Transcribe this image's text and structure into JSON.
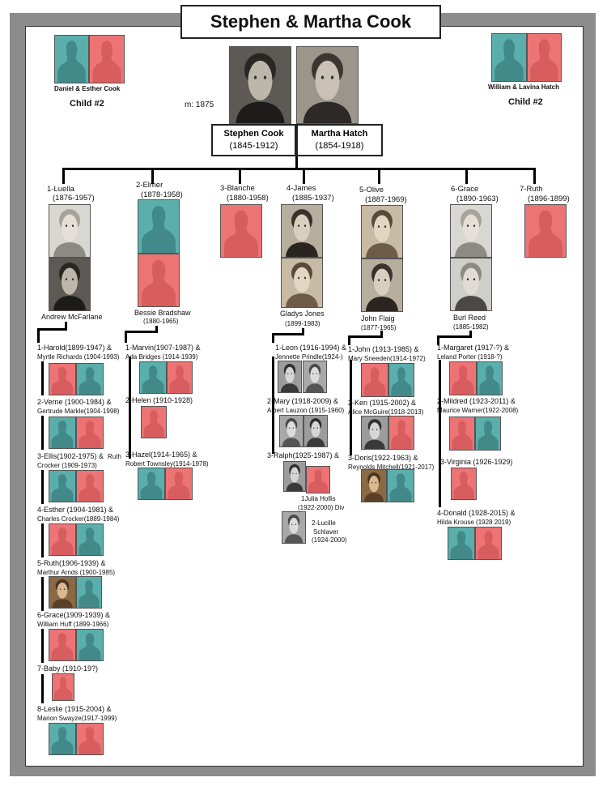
{
  "title": "Stephen & Martha Cook",
  "colors": {
    "male": "#5aaeac",
    "female": "#ec7475",
    "frame": "#8c8c8c"
  },
  "grandparents_left": {
    "names": "Daniel & Esther Cook",
    "child_label": "Child #2"
  },
  "grandparents_right": {
    "names": "William & Lavina Hatch",
    "child_label": "Child #2"
  },
  "marriage": "m: 1875",
  "father": {
    "name": "Stephen Cook",
    "years": "(1845-1912)"
  },
  "mother": {
    "name": "Martha Hatch",
    "years": "(1854-1918)"
  },
  "children": [
    {
      "name": "1-Luella",
      "years": "(1876-1957)",
      "spouse": "Andrew McFarlane"
    },
    {
      "name": "2-Elmer",
      "years": "(1878-1958)",
      "spouse": "Bessie Bradshaw",
      "spouse_years": "(1880-1965)"
    },
    {
      "name": "3-Blanche",
      "years": "(1880-1958)"
    },
    {
      "name": "4-James",
      "years": "(1885-1937)",
      "spouse": "Gladys Jones",
      "spouse_years": "(1899-1983)"
    },
    {
      "name": "5-Olive",
      "years": "(1887-1969)",
      "spouse": "John Flaig",
      "spouse_years": "(1877-1965)"
    },
    {
      "name": "6-Grace",
      "years": "(1890-1963)",
      "spouse": "Burl Reed",
      "spouse_years": "(1885-1982)"
    },
    {
      "name": "7-Ruth",
      "years": "(1896-1899)"
    }
  ],
  "luella_kids": [
    {
      "name": "1-Harold(1899-1947) &",
      "spouse": "Myrtle Richards (1904-1993)"
    },
    {
      "name": "2-Verne (1900-1984) &",
      "spouse": "Gertrude Markle(1904-1998)"
    },
    {
      "name": "3-Ellis(1902-1975) &",
      "name2": "Ruth",
      "spouse": "Crocker (1909-1973)"
    },
    {
      "name": "4-Esther (1904-1981) &",
      "spouse": "Charles Crocker(1889-1984)"
    },
    {
      "name": "5-Ruth(1906-1939) &",
      "spouse": "Marthur Arnds (1900-1985)"
    },
    {
      "name": "6-Grace(1909-1939) &",
      "spouse": "William Huff (1899-1966)"
    },
    {
      "name": "7-Baby (1910-19?)"
    },
    {
      "name": "8-Leslie (1915-2004) &",
      "spouse": "Marion Swayze(1917-1999)"
    }
  ],
  "elmer_kids": [
    {
      "name": "1-Marvin(1907-1987) &",
      "spouse": "Ada Bridges (1914-1939)"
    },
    {
      "name": "2-Helen (1910-1928)"
    },
    {
      "name": "3-Hazel(1914-1965) &",
      "spouse": "Robert Townsley(1914-1978)"
    }
  ],
  "james_kids": [
    {
      "name": "1-Leon (1916-1994) &",
      "spouse": "Jennette Prindle(1924-)"
    },
    {
      "name": "2-Mary (1918-2009) &",
      "spouse": "Albert Lauzon (1915-1960)"
    },
    {
      "name": "3-Ralph(1925-1987) &",
      "spouse1": "1Julia Hollis",
      "spouse1_years": "(1922-2000) Div",
      "spouse2": "2-Lucille",
      "spouse2_b": "Schlaver",
      "spouse2_years": "(1924-2000)"
    }
  ],
  "olive_kids": [
    {
      "name": "1-John (1913-1985) &",
      "spouse": "Mary Sneeden(1914-1972)"
    },
    {
      "name": "2-Ken (1915-2002) &",
      "spouse": "Alice McGuire(1918-2013)"
    },
    {
      "name": "3-Doris(1922-1963) &",
      "spouse": "Reynolds Mitchell(1921-2017)"
    }
  ],
  "grace_kids": [
    {
      "name": "1-Margaret (1917-?) &",
      "spouse": "Leland Porter (1918-?)"
    },
    {
      "name": "2-Mildred (1923-2011) &",
      "spouse": "Maurice Warner(1922-2008)"
    },
    {
      "name": "3-Virginia (1926-1929)"
    },
    {
      "name": "4-Donald (1928-2015) &",
      "spouse": "Hilda Krouse (1928 2019)"
    }
  ]
}
